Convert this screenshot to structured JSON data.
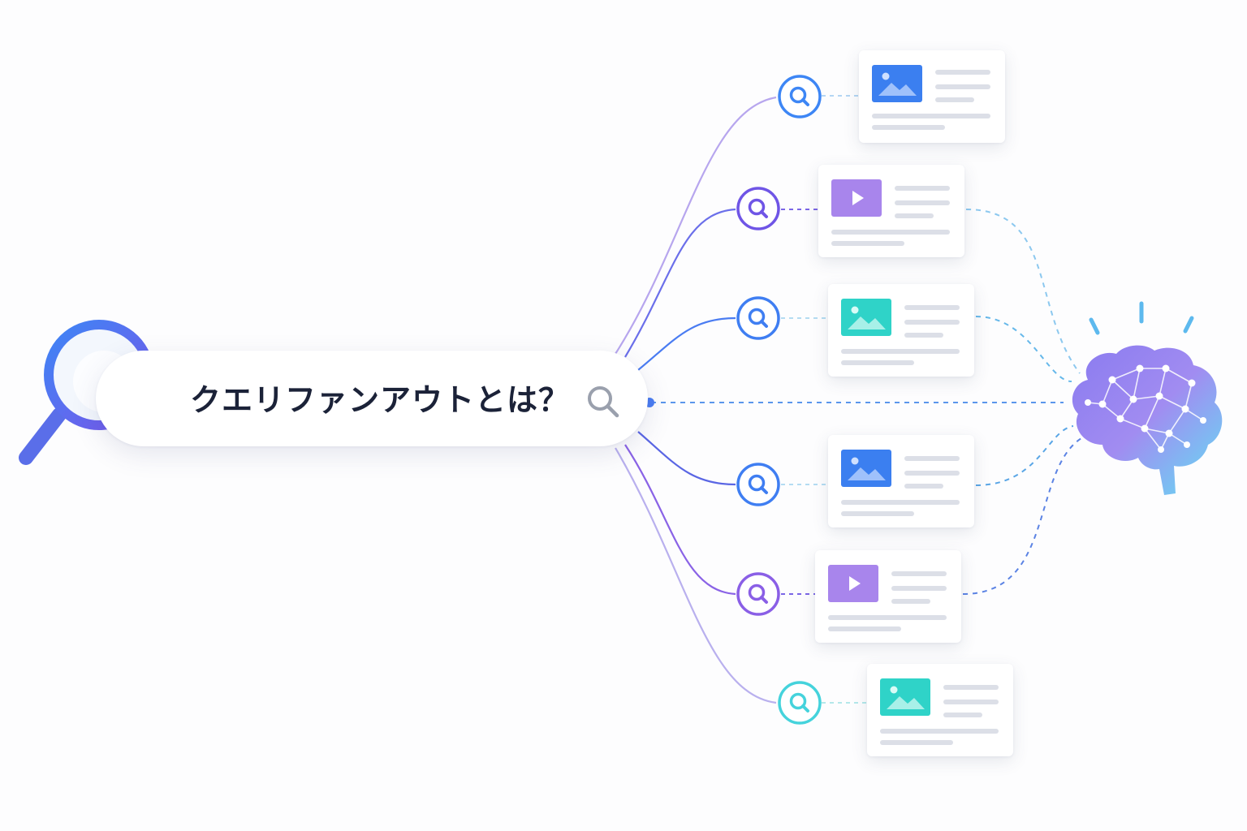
{
  "search": {
    "query": "クエリファンアウトとは？"
  },
  "icons": {
    "main": "magnifier-icon",
    "search_bar": "search-icon",
    "query_nodes": "search-icon",
    "image_result": "image-icon",
    "video_result": "play-icon",
    "destination": "brain-network-icon"
  },
  "results": [
    {
      "media": "image",
      "thumb_color": "#3b7ff0"
    },
    {
      "media": "video",
      "thumb_color": "#a885ec"
    },
    {
      "media": "image",
      "thumb_color": "#2fd3c8"
    },
    {
      "media": "image",
      "thumb_color": "#3b7ff0"
    },
    {
      "media": "video",
      "thumb_color": "#a885ec"
    },
    {
      "media": "image",
      "thumb_color": "#2fd3c8"
    }
  ],
  "colors": {
    "primary_blue": "#4a7cf2",
    "primary_purple": "#8a63e6",
    "teal": "#3ccfcf",
    "text": "#1b2238",
    "line_gray": "#dcdfe7"
  }
}
